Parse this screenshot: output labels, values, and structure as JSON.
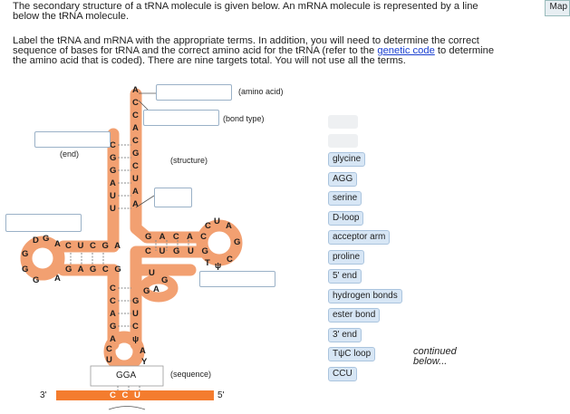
{
  "instructions": {
    "line1": "The secondary structure of a tRNA molecule is given below. An mRNA molecule is represented by a line",
    "line2": "below the tRNA molecule.",
    "line3": "Label the tRNA and mRNA with the appropriate terms. In addition, you will need to determine the correct",
    "line4a": "sequence of bases for tRNA and the correct amino acid for the tRNA (refer to the",
    "link": "genetic code",
    "line4b": "to determine",
    "line5": "the amino acid that is coded). There are nine targets total. You will not use all the terms."
  },
  "map_button": "Map",
  "diagram": {
    "labels": {
      "amino_acid": "(amino acid)",
      "bond_type": "(bond type)",
      "end": "(end)",
      "structure": "(structure)",
      "sequence": "(sequence)",
      "three_prime": "3'",
      "five_prime": "5'"
    },
    "acceptor_stem_5": [
      "C",
      "G",
      "G",
      "A",
      "U",
      "U"
    ],
    "acceptor_stem_3": [
      "A",
      "C",
      "C",
      "A",
      "C",
      "G",
      "C",
      "U",
      "A",
      "A"
    ],
    "d_arm_top": "C U C G A",
    "d_arm_bottom": "G A G C G",
    "d_loop": [
      "D",
      "G",
      "A",
      "G",
      "G",
      "G",
      "A"
    ],
    "t_arm_top": "G A C A C",
    "t_arm_bottom": "C U G U G",
    "t_loop": [
      "C",
      "U",
      "A",
      "G",
      "C",
      "ψ",
      "T"
    ],
    "anticodon_stem_left": [
      "C",
      "C",
      "A",
      "G",
      "A"
    ],
    "anticodon_stem_right": [
      "G",
      "U",
      "C",
      "ψ"
    ],
    "variable_loop": [
      "U",
      "G",
      "A",
      "G"
    ],
    "anticodon_loop_left": [
      "C",
      "U"
    ],
    "anticodon_loop_right": [
      "A",
      "Y"
    ],
    "anticodon": "GGA",
    "codon": "C C U"
  },
  "terms": [
    "glycine",
    "AGG",
    "serine",
    "D-loop",
    "acceptor arm",
    "proline",
    "5' end",
    "hydrogen bonds",
    "ester bond",
    "3' end",
    "TψC loop",
    "CCU"
  ],
  "continued": "continued below...",
  "colors": {
    "strand": "#f2a071",
    "mrna": "#f47c2e",
    "chip_bg": "#d7e6f5",
    "link": "#1a3fd0"
  }
}
